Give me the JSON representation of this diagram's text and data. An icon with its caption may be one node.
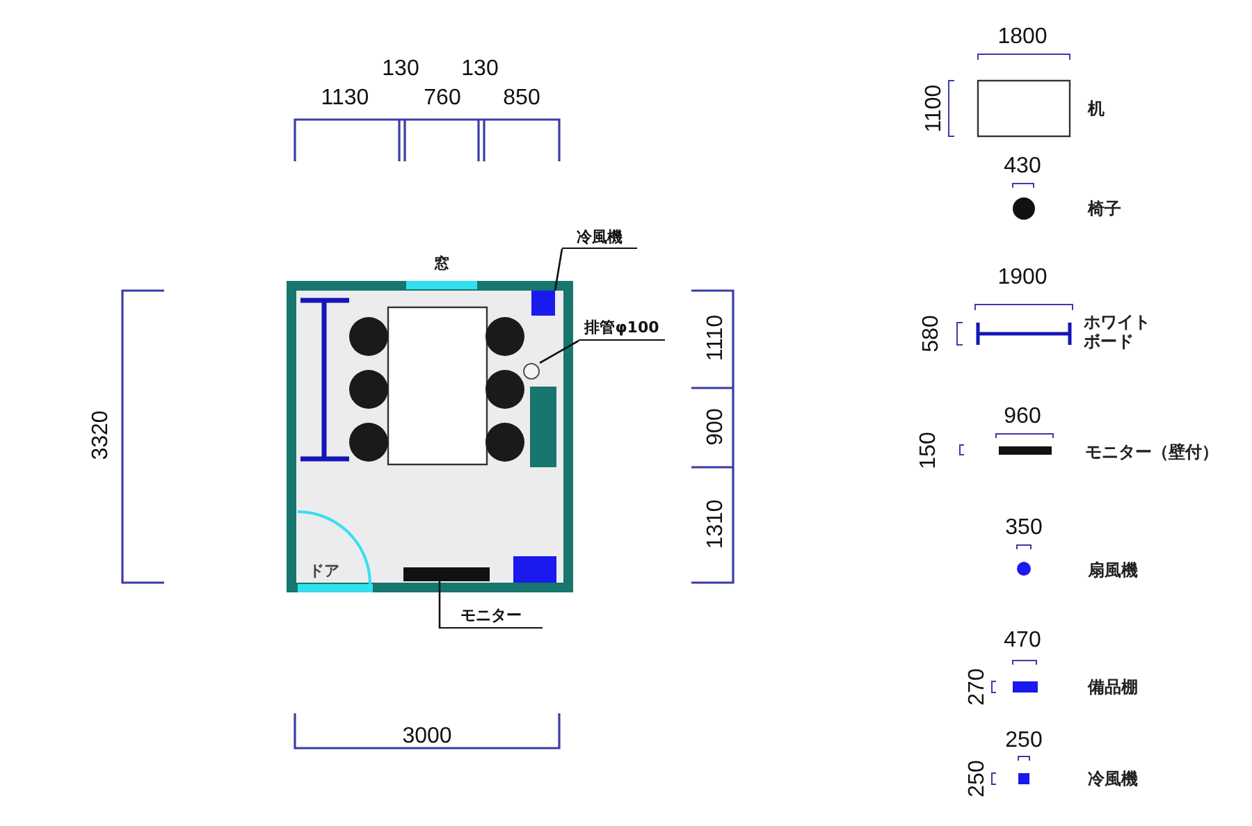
{
  "diagram": {
    "nodes": [
      {
        "text": [],
        "shape": "box"
      },
      {
        "text": [
          "窓"
        ],
        "in": 0
      },
      {
        "text": [
          "ドア"
        ],
        "in": 0
      },
      {
        "text": [],
        "shape": "box",
        "in": 0
      },
      {
        "text": [],
        "shape": "circle",
        "in": 0
      },
      {
        "text": [],
        "shape": "bar",
        "in": 0
      },
      {
        "text": [
          "冷風機"
        ]
      },
      {
        "text": [
          "排管φ100"
        ]
      },
      {
        "text": [
          "モニター"
        ]
      }
    ],
    "edges": [
      {
        "from": 6,
        "to": 3,
        "arrow": "none"
      },
      {
        "from": 7,
        "to": 4,
        "arrow": "none"
      },
      {
        "from": 8,
        "to": 5,
        "arrow": "none"
      }
    ],
    "labels": [
      "130",
      "130",
      "1130",
      "760",
      "850",
      "3320",
      "1110",
      "900",
      "1310",
      "3000",
      "1800",
      "1100",
      "430",
      "1900",
      "580",
      "960",
      "150",
      "350",
      "470",
      "270",
      "250",
      "250"
    ],
    "legend": [
      {
        "text": "机"
      },
      {
        "text": "椅子"
      },
      {
        "text": "ホワイトボード"
      },
      {
        "text": "モニター（壁付）"
      },
      {
        "text": "扇風機"
      },
      {
        "text": "備品棚"
      },
      {
        "text": "冷風機"
      }
    ]
  }
}
